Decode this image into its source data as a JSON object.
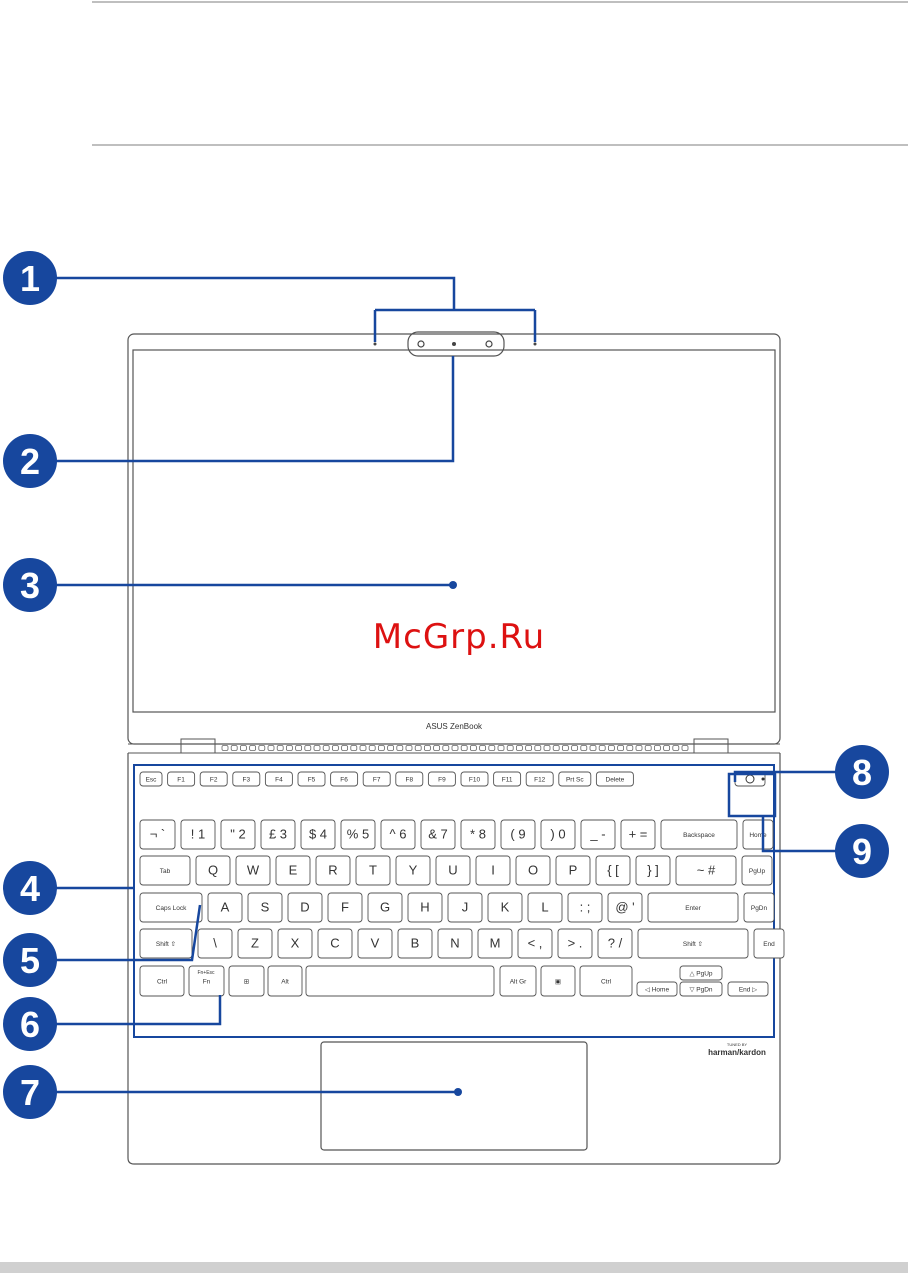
{
  "callouts": [
    {
      "number": "1",
      "name": "microphone-and-camera-array"
    },
    {
      "number": "2",
      "name": "camera"
    },
    {
      "number": "3",
      "name": "display-panel"
    },
    {
      "number": "4",
      "name": "keyboard"
    },
    {
      "number": "5",
      "name": "caps-lock-indicator"
    },
    {
      "number": "6",
      "name": "function-lock-indicator"
    },
    {
      "number": "7",
      "name": "touchpad"
    },
    {
      "number": "8",
      "name": "power-button"
    },
    {
      "number": "9",
      "name": "power-indicator"
    }
  ],
  "colors": {
    "callout_fill": "#17479e",
    "callout_line": "#17479e",
    "outline": "#555555",
    "watermark": "#dd1111"
  },
  "laptop": {
    "brand": "ASUS ZenBook",
    "speaker_brand_top": "TUNED BY",
    "speaker_brand": "harman/kardon"
  },
  "watermark_text": "McGrp.Ru",
  "keyboard": {
    "function_row": [
      "Esc",
      "F1",
      "F2",
      "F3",
      "F4",
      "F5",
      "F6",
      "F7",
      "F8",
      "F9",
      "F10",
      "F11",
      "F12",
      "Prt Sc",
      "Delete"
    ],
    "number_row": [
      "¬ `",
      "! 1",
      "\" 2",
      "£ 3",
      "$ 4",
      "% 5",
      "^ 6",
      "& 7",
      "* 8",
      "( 9",
      ") 0",
      "_ -",
      "+ =",
      "Backspace",
      "Home"
    ],
    "top_row": [
      "Tab",
      "Q",
      "W",
      "E",
      "R",
      "T",
      "Y",
      "U",
      "I",
      "O",
      "P",
      "{ [",
      "} ]",
      "~ #",
      "PgUp"
    ],
    "home_row": [
      "Caps Lock",
      "A",
      "S",
      "D",
      "F",
      "G",
      "H",
      "J",
      "K",
      "L",
      ": ;",
      "@ '",
      "Enter",
      "PgDn"
    ],
    "bottom_row": [
      "Shift ⇧",
      "\\",
      "Z",
      "X",
      "C",
      "V",
      "B",
      "N",
      "M",
      "< ,",
      "> .",
      "? /",
      "Shift ⇧",
      "End"
    ],
    "space_row": [
      "Ctrl",
      "Fn",
      "⊞",
      "Alt",
      "",
      "Alt Gr",
      "▣",
      "Ctrl",
      "◁ Home",
      "△ PgUp",
      "▽ PgDn",
      "End ▷"
    ],
    "fn_esc_label": "Fn+Esc"
  }
}
